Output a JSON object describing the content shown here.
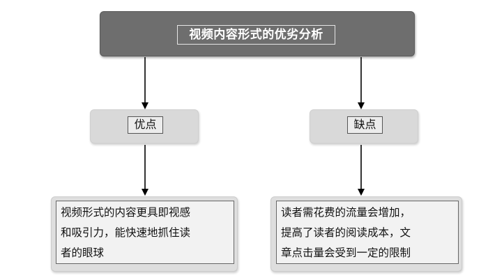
{
  "diagram": {
    "title": "视频内容形式的优劣分析",
    "pros": {
      "label": "优点",
      "text": "视频形式的内容更具即视感\n和吸引力，能快速地抓住读\n者的眼球"
    },
    "cons": {
      "label": "缺点",
      "text": "读者需花费的流量会增加，\n提高了读者的阅读成本，文\n章点击量会受到一定的限制"
    }
  }
}
